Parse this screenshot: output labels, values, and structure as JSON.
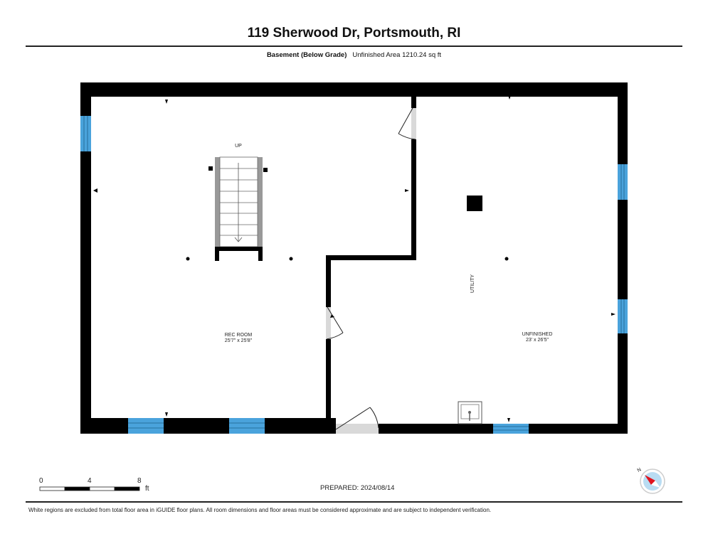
{
  "header": {
    "title": "119 Sherwood Dr, Portsmouth, RI",
    "floor_label": "Basement (Below Grade)",
    "area_text": "Unfinished Area 1210.24 sq ft"
  },
  "plan": {
    "stairs_label": "UP",
    "rooms": [
      {
        "name": "REC ROOM",
        "dimensions": "25'7\" x 25'8\""
      },
      {
        "name": "UNFINISHED",
        "dimensions": "23' x 26'5\""
      },
      {
        "name": "UTILITY",
        "dimensions": ""
      }
    ],
    "colors": {
      "wall": "#000000",
      "window": "#4aa3dc",
      "door_swing": "#d9d9d9"
    }
  },
  "footer": {
    "scale": {
      "ticks": [
        "0",
        "4",
        "8"
      ],
      "unit": "ft"
    },
    "prepared": "PREPARED: 2024/08/14",
    "compass_label": "N",
    "disclaimer": "White regions are excluded from total floor area in iGUIDE floor plans. All room dimensions and floor areas must be considered approximate and are subject to independent verification."
  }
}
